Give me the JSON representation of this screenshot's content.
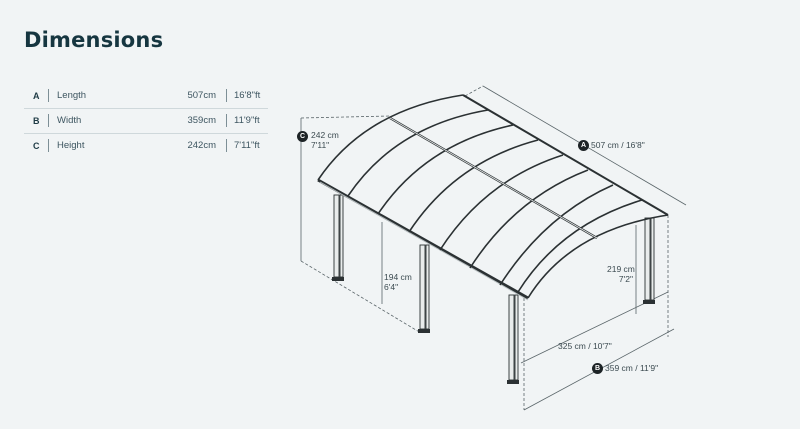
{
  "page": {
    "title": "Dimensions"
  },
  "dimensions_table": {
    "rows": [
      {
        "letter": "A",
        "label": "Length",
        "cm": "507cm",
        "ft": "16'8\"ft"
      },
      {
        "letter": "B",
        "label": "Width",
        "cm": "359cm",
        "ft": "11'9\"ft"
      },
      {
        "letter": "C",
        "label": "Height",
        "cm": "242cm",
        "ft": "7'11\"ft"
      }
    ]
  },
  "diagram": {
    "height_badge": "C",
    "height_cm": "242 cm",
    "height_ft": "7'11\"",
    "length_badge": "A",
    "length_text": "507 cm / 16'8\"",
    "width_badge": "B",
    "width_text": "359 cm / 11'9\"",
    "inner_width_text": "325 cm / 10'7\"",
    "front_clearance_cm": "194 cm",
    "front_clearance_ft": "6'4\"",
    "back_clearance_cm": "219 cm",
    "back_clearance_ft": "7'2\""
  },
  "colors": {
    "background": "#f1f4f5",
    "title": "#163640",
    "frame": "#2b3133",
    "dimension_line": "#5a6569"
  }
}
